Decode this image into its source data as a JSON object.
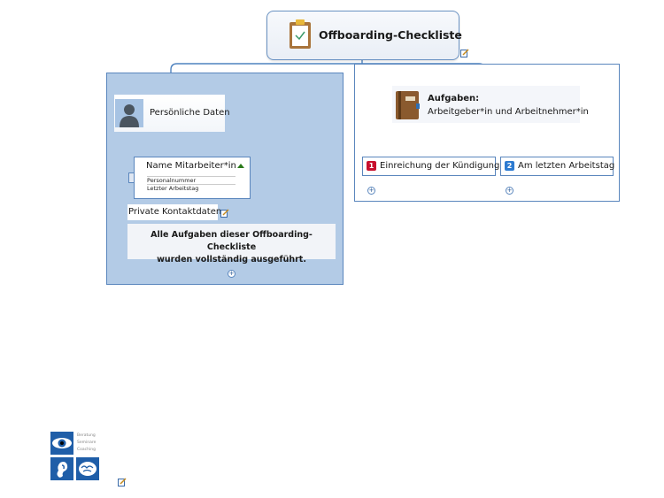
{
  "central": {
    "title": "Offboarding-Checkliste",
    "icon": "clipboard-check-icon"
  },
  "left": {
    "persoenliche_daten": "Persönliche Daten",
    "name_mitarbeiter": {
      "label": "Name Mitarbeiter*in",
      "fields": [
        "Personalnummer",
        "Letzter Arbeitstag"
      ]
    },
    "private_kontaktdaten": "Private Kontaktdaten",
    "alle_aufgaben_line1": "Alle Aufgaben dieser Offboarding-Checkliste",
    "alle_aufgaben_line2": "wurden vollständig ausgeführt."
  },
  "right": {
    "aufgaben_title": "Aufgaben:",
    "aufgaben_sub": "Arbeitgeber*in und Arbeitnehmer*in",
    "tasks": [
      {
        "badge": "1",
        "label": "Einreichung der Kündigung",
        "color": "#c8102e"
      },
      {
        "badge": "2",
        "label": "Am letzten Arbeitstag",
        "color": "#2d7bd1"
      }
    ]
  },
  "expand_symbol": "+",
  "logo": {
    "lines": [
      "Beratung",
      "Seminare",
      "Coaching"
    ]
  },
  "colors": {
    "line": "#4f83bf",
    "boundary_fill": "#b3cbe6"
  }
}
